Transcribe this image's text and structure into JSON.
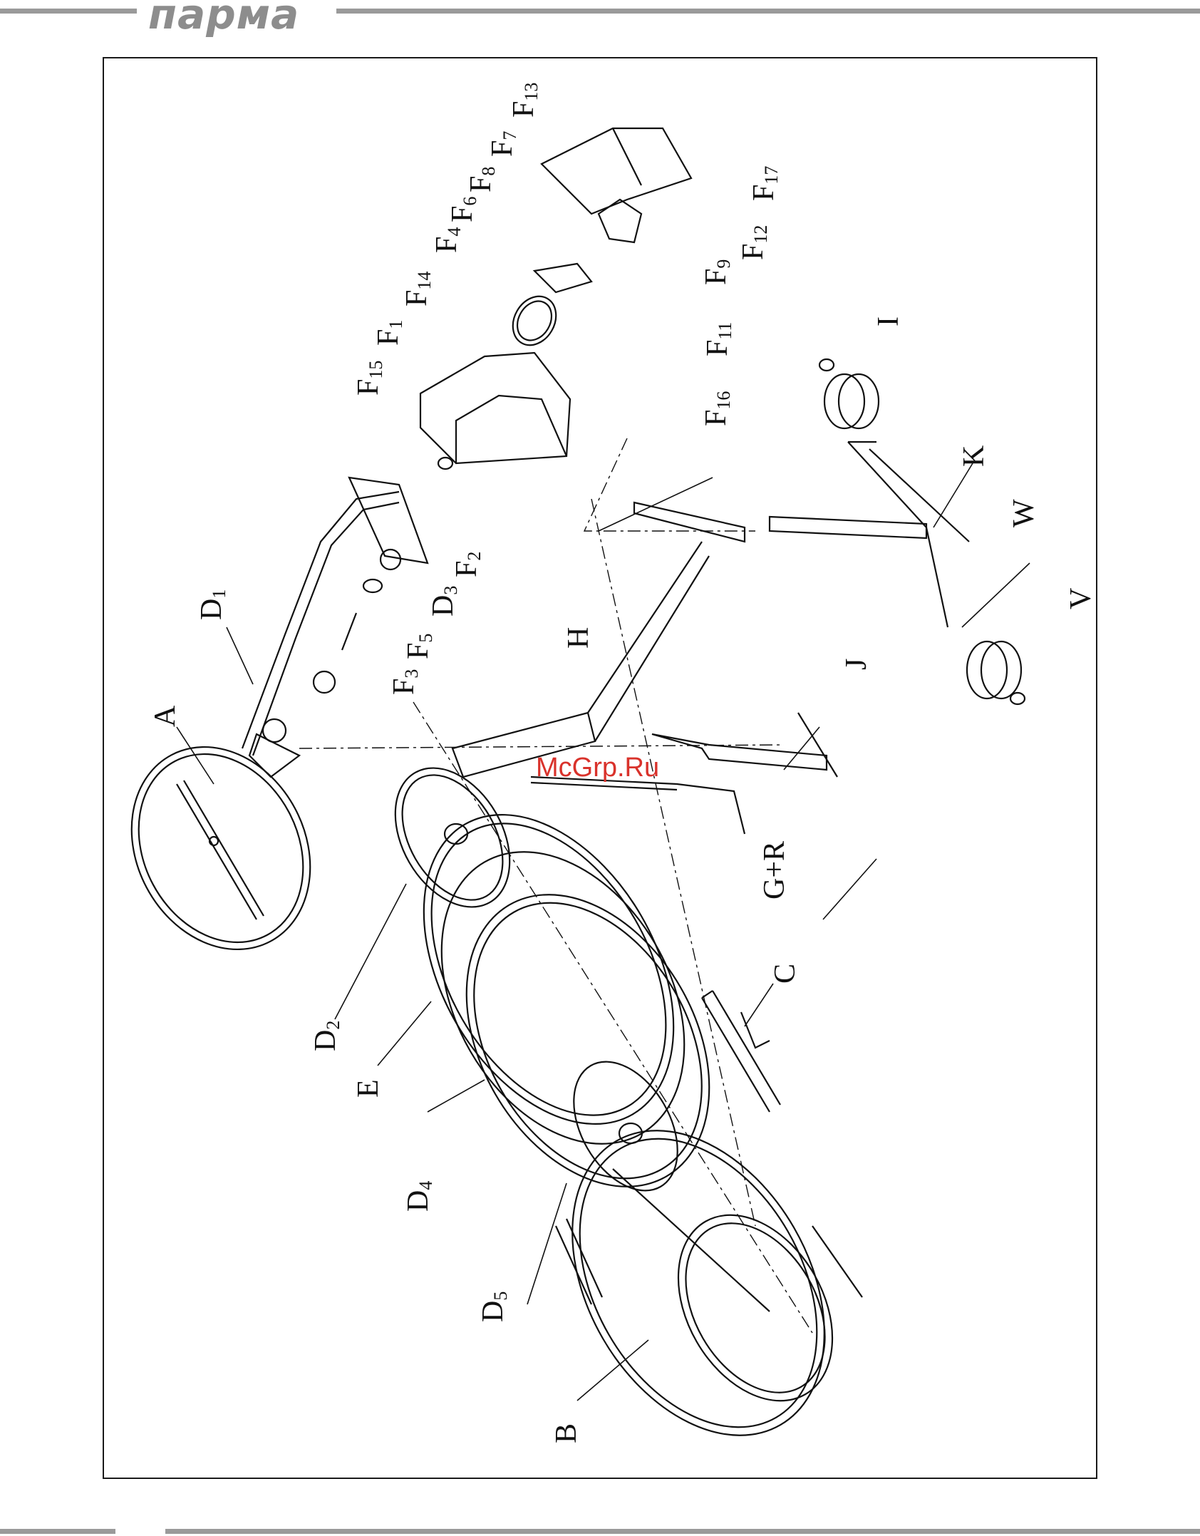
{
  "header": {
    "brand": "парма"
  },
  "watermark": "McGrp.Ru",
  "labels": {
    "A": "A",
    "B": "B",
    "C": "C",
    "E": "E",
    "H": "H",
    "I": "I",
    "J": "J",
    "K": "K",
    "V": "V",
    "W": "W",
    "GR": "G+R",
    "D1": {
      "main": "D",
      "sub": "1"
    },
    "D2": {
      "main": "D",
      "sub": "2"
    },
    "D3": {
      "main": "D",
      "sub": "3"
    },
    "D4": {
      "main": "D",
      "sub": "4"
    },
    "D5": {
      "main": "D",
      "sub": "5"
    },
    "F1": {
      "main": "F",
      "sub": "1"
    },
    "F2": {
      "main": "F",
      "sub": "2"
    },
    "F3": {
      "main": "F",
      "sub": "3"
    },
    "F4": {
      "main": "F",
      "sub": "4"
    },
    "F5": {
      "main": "F",
      "sub": "5"
    },
    "F6": {
      "main": "F",
      "sub": "6"
    },
    "F7": {
      "main": "F",
      "sub": "7"
    },
    "F8": {
      "main": "F",
      "sub": "8"
    },
    "F9": {
      "main": "F",
      "sub": "9"
    },
    "F11": {
      "main": "F",
      "sub": "11"
    },
    "F12": {
      "main": "F",
      "sub": "12"
    },
    "F13": {
      "main": "F",
      "sub": "13"
    },
    "F14": {
      "main": "F",
      "sub": "14"
    },
    "F15": {
      "main": "F",
      "sub": "15"
    },
    "F16": {
      "main": "F",
      "sub": "16"
    },
    "F17": {
      "main": "F",
      "sub": "17"
    }
  },
  "colors": {
    "line": "#111111",
    "rule": "#9a9a9a",
    "watermark": "#d9322b"
  }
}
